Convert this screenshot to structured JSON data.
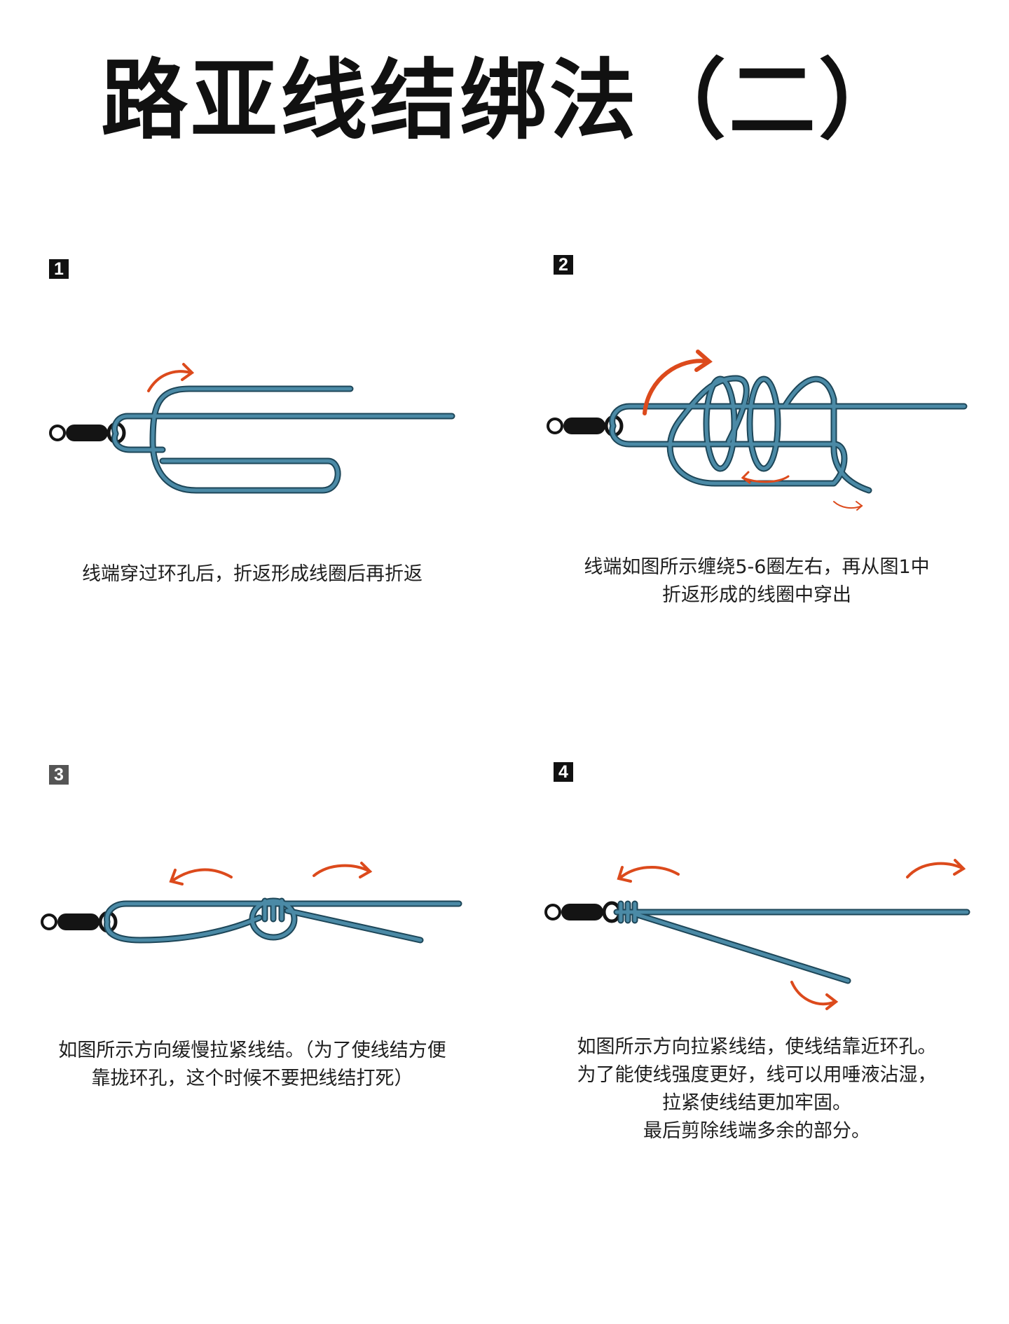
{
  "title": "路亚线结绑法（二）",
  "colors": {
    "line": "#4b8aa6",
    "line_outline": "#1d4658",
    "arrow": "#dc4a1c",
    "swivel": "#141414"
  },
  "steps": [
    {
      "number": "1",
      "caption": "线端穿过环孔后，折返形成线圈后再折返"
    },
    {
      "number": "2",
      "caption": "线端如图所示缠绕5-6圈左右，再从图1中\n折返形成的线圈中穿出"
    },
    {
      "number": "3",
      "caption": "如图所示方向缓慢拉紧线结。（为了使线结方便\n靠拢环孔，这个时候不要把线结打死）"
    },
    {
      "number": "4",
      "caption": "如图所示方向拉紧线结，使线结靠近环孔。\n为了能使线强度更好，线可以用唾液沾湿，\n拉紧使线结更加牢固。\n最后剪除线端多余的部分。"
    }
  ],
  "icons": [
    "swivel-icon",
    "arrow-icon"
  ]
}
